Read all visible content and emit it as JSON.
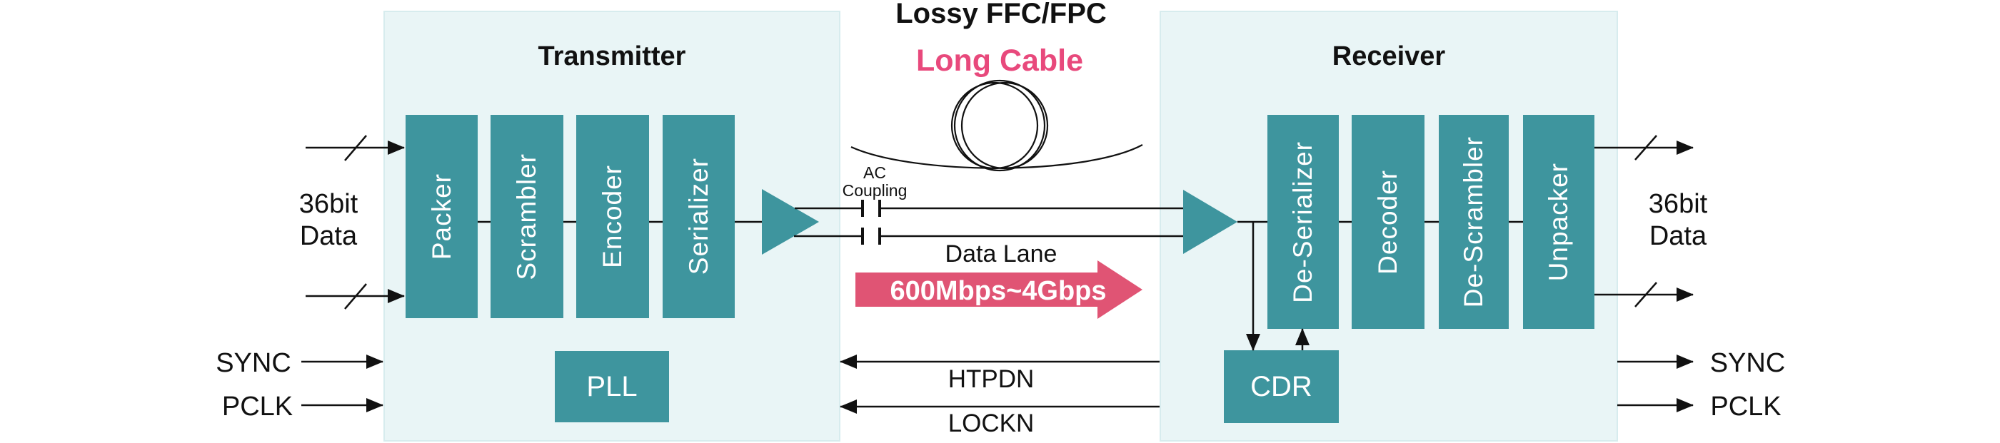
{
  "diagram": {
    "heading": "Lossy FFC/FPC",
    "subheading": "Long Cable"
  },
  "transmitter": {
    "title": "Transmitter",
    "blocks": [
      {
        "label": "Packer"
      },
      {
        "label": "Scrambler"
      },
      {
        "label": "Encoder"
      },
      {
        "label": "Serializer"
      }
    ],
    "pll": "PLL"
  },
  "receiver": {
    "title": "Receiver",
    "blocks": [
      {
        "label": "De-Serializer"
      },
      {
        "label": "Decoder"
      },
      {
        "label": "De-Scrambler"
      },
      {
        "label": "Unpacker"
      }
    ],
    "cdr": "CDR"
  },
  "left_io": {
    "bus_line1": "36bit",
    "bus_line2": "Data",
    "sync": "SYNC",
    "pclk": "PCLK"
  },
  "right_io": {
    "bus_line1": "36bit",
    "bus_line2": "Data",
    "sync": "SYNC",
    "pclk": "PCLK"
  },
  "channel": {
    "ac_line1": "AC",
    "ac_line2": "Coupling",
    "data_lane": "Data Lane",
    "speed": "600Mbps~4Gbps",
    "htpdn": "HTPDN",
    "lockn": "LOCKN"
  },
  "colors": {
    "teal": "#3e959e",
    "panel": "#e9f5f6",
    "panel_border": "#d7ecee",
    "pink_text": "#e8497c",
    "pink_arrow": "#e05474",
    "line": "#111111"
  }
}
